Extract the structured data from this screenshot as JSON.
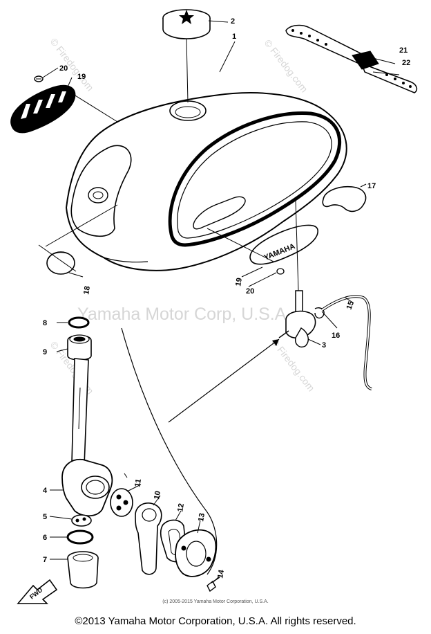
{
  "watermark": {
    "center_text": "Yamaha Motor Corp, U.S.A.",
    "site_text": "© Firedog.com"
  },
  "emblem_text": "YAMAHA",
  "callouts": [
    "1",
    "2",
    "3",
    "4",
    "5",
    "6",
    "7",
    "8",
    "9",
    "10",
    "11",
    "12",
    "13",
    "14",
    "15",
    "16",
    "17",
    "18",
    "19",
    "19",
    "20",
    "20",
    "21",
    "22"
  ],
  "footer": {
    "small_copyright": "(c) 2005-2015 Yamaha Motor Corporation, U.S.A.",
    "main_copyright": "©2013 Yamaha Motor Corporation, U.S.A. All rights reserved."
  },
  "direction_marker_text": "FWD",
  "colors": {
    "line": "#000000",
    "watermark": "#d6d6d6",
    "background": "#ffffff"
  }
}
